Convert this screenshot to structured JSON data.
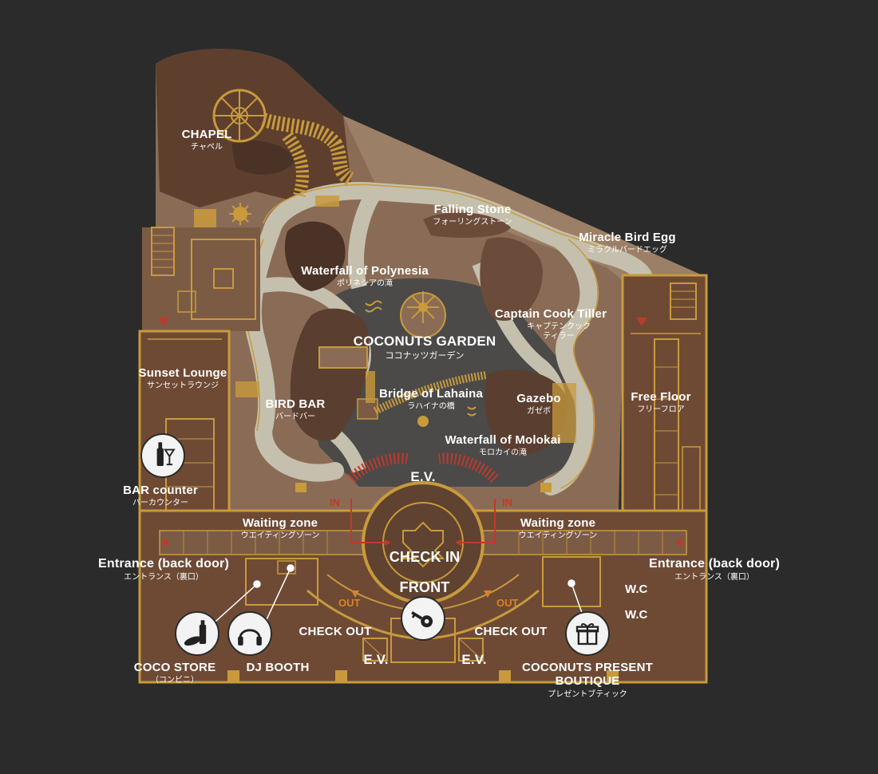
{
  "colors": {
    "background": "#2b2b2b",
    "building": "#6e4a35",
    "gold": "#c89a3c",
    "rock": "#5a3f30",
    "path": "#c5c0ad",
    "garden_floor": "#a08a73",
    "plaza": "#4a4a4a",
    "arrow_red": "#c0392b",
    "out_orange": "#d9822b"
  },
  "places": {
    "chapel": {
      "en": "CHAPEL",
      "jp": "チャペル"
    },
    "falling_stone": {
      "en": "Falling Stone",
      "jp": "フォーリングストーン"
    },
    "miracle_bird_egg": {
      "en": "Miracle Bird Egg",
      "jp": "ミラクルバードエッグ"
    },
    "waterfall_polynesia": {
      "en": "Waterfall of Polynesia",
      "jp": "ポリネシアの滝"
    },
    "captain_cook": {
      "en": "Captain Cook Tiller",
      "jp1": "キャプテンクック",
      "jp2": "ティラー"
    },
    "coconuts_garden": {
      "en": "COCONUTS GARDEN",
      "jp": "ココナッツガーデン"
    },
    "sunset_lounge": {
      "en": "Sunset Lounge",
      "jp": "サンセットラウンジ"
    },
    "bird_bar": {
      "en": "BIRD BAR",
      "jp": "バードバー"
    },
    "bridge_lahaina": {
      "en": "Bridge of Lahaina",
      "jp": "ラハイナの橋"
    },
    "gazebo": {
      "en": "Gazebo",
      "jp": "ガゼボ"
    },
    "free_floor": {
      "en": "Free Floor",
      "jp": "フリーフロア"
    },
    "waterfall_molokai": {
      "en": "Waterfall of Molokai",
      "jp": "モロカイの滝"
    },
    "bar_counter": {
      "en": "BAR counter",
      "jp": "バーカウンター"
    },
    "ev_top": {
      "en": "E.V."
    },
    "waiting_left": {
      "en": "Waiting zone",
      "jp": "ウエイティングゾーン"
    },
    "waiting_right": {
      "en": "Waiting zone",
      "jp": "ウエイティングゾーン"
    },
    "check_in": {
      "en": "CHECK IN"
    },
    "front": {
      "en": "FRONT"
    },
    "entrance_left": {
      "en": "Entrance (back door)",
      "jp": "エントランス（裏口）"
    },
    "entrance_right": {
      "en": "Entrance (back door)",
      "jp": "エントランス（裏口）"
    },
    "wc_1": {
      "en": "W.C"
    },
    "wc_2": {
      "en": "W.C"
    },
    "check_out_left": {
      "en": "CHECK OUT"
    },
    "check_out_right": {
      "en": "CHECK OUT"
    },
    "ev_bottom_left": {
      "en": "E.V."
    },
    "ev_bottom_right": {
      "en": "E.V."
    },
    "coco_store": {
      "en": "COCO STORE",
      "jp": "（コンビニ）"
    },
    "dj_booth": {
      "en": "DJ BOOTH"
    },
    "present_boutique": {
      "en": "COCONUTS PRESENT\nBOUTIQUE",
      "jp": "プレゼントブティック"
    },
    "in_left": "IN",
    "in_right": "IN",
    "out_left": "OUT",
    "out_right": "OUT"
  },
  "icons": {
    "bar_counter": "wine-bottle-cocktail-icon",
    "coco_store": "bottle-bread-icon",
    "dj_booth": "headphones-icon",
    "front": "key-icon",
    "present_boutique": "gift-box-icon"
  }
}
